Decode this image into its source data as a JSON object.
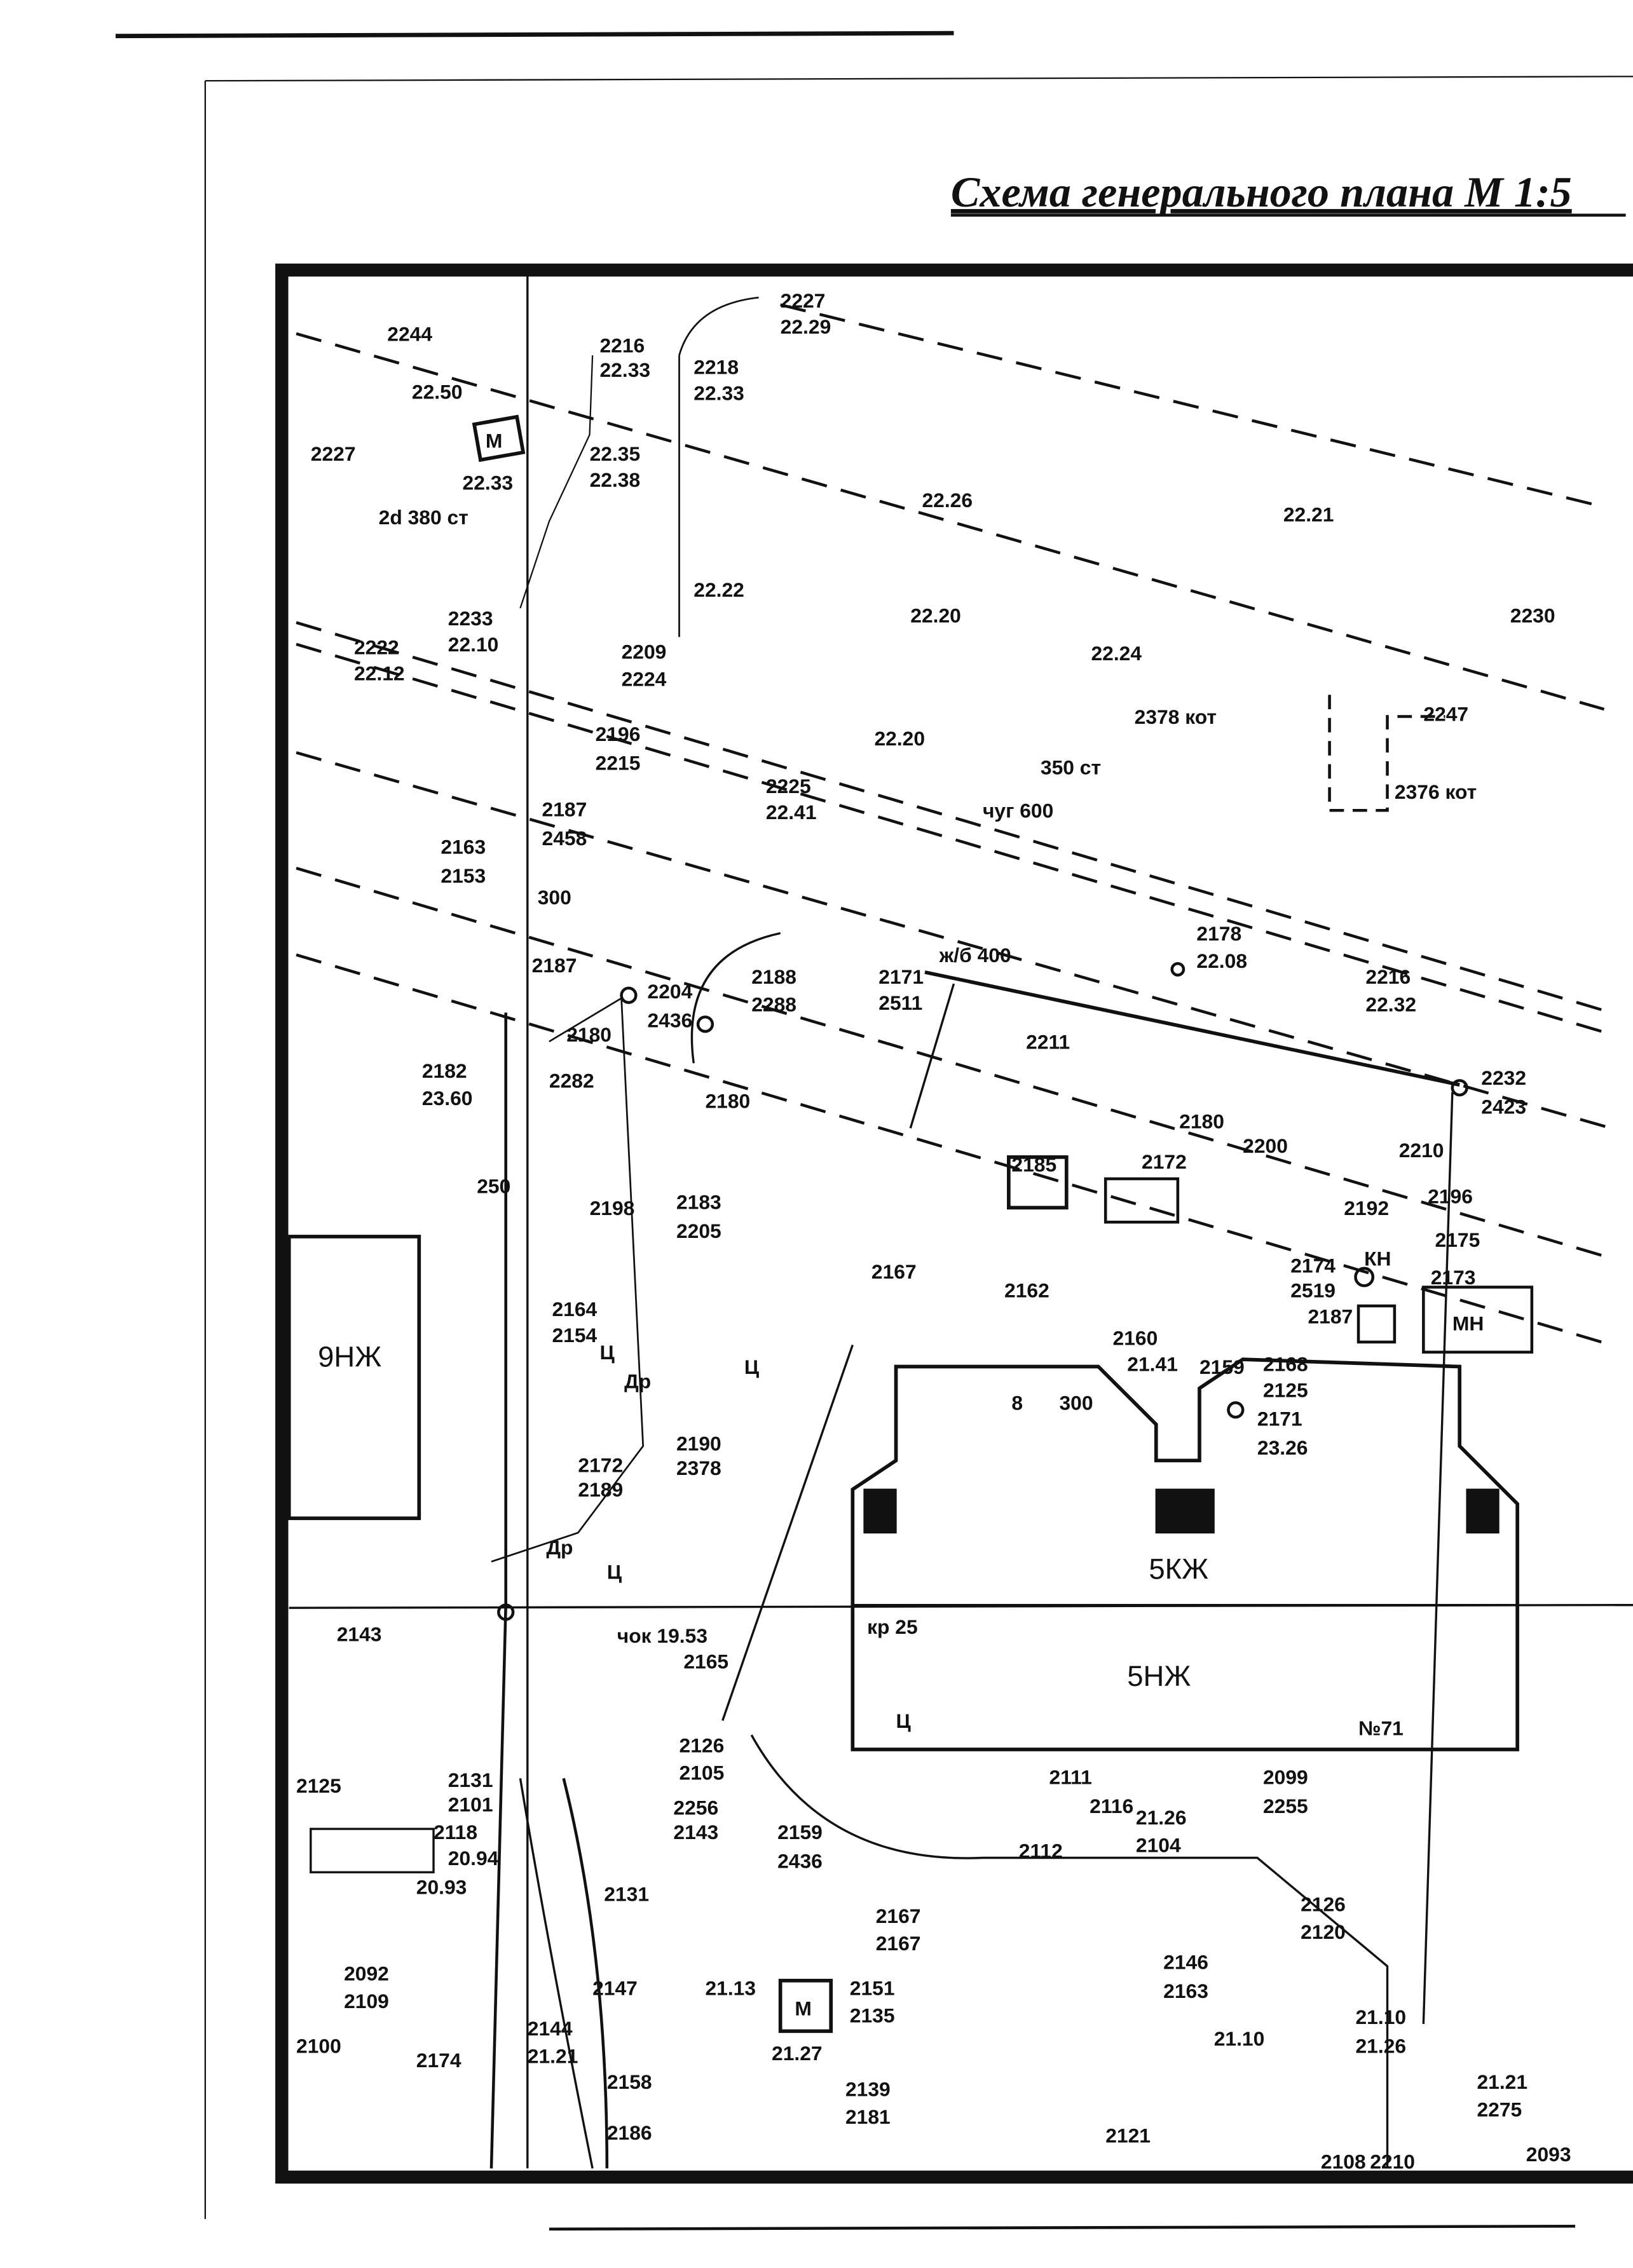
{
  "title": "Схема генерального плана М 1:5",
  "buildings": {
    "b1": "9НЖ",
    "b2": "5КЖ",
    "b3": "5НЖ",
    "m": "М",
    "mn": "МН",
    "kn": "КН"
  },
  "labels": [
    "2244",
    "22.50",
    "2227",
    "22.33",
    "2216",
    "22.33",
    "2218",
    "22.33",
    "22.35",
    "22.38",
    "2227",
    "22.29",
    "22.26",
    "22.21",
    "2d 380 ст",
    "22.22",
    "22.20",
    "22.24",
    "2222",
    "22.12",
    "2233",
    "22.10",
    "2209",
    "2224",
    "2230",
    "2247",
    "2378 кот",
    "22.20",
    "350 ст",
    "2376 кот",
    "чуг 600",
    "2225",
    "22.41",
    "2196",
    "2215",
    "2187",
    "2458",
    "2163",
    "2153",
    "300",
    "2187",
    "2180",
    "2282",
    "2182",
    "23.60",
    "250",
    "2204",
    "2436",
    "2188",
    "2288",
    "2171",
    "2511",
    "ж/б 400",
    "2211",
    "2178",
    "22.08",
    "2216",
    "22.32",
    "2232",
    "2423",
    "2180",
    "2180",
    "2198",
    "2183",
    "2205",
    "2185",
    "2167",
    "2162",
    "2172",
    "2200",
    "2210",
    "2196",
    "2192",
    "2175",
    "2173",
    "2174",
    "2519",
    "2187",
    "2164",
    "2154",
    "2160",
    "21.41",
    "2159",
    "2168",
    "2125",
    "2171",
    "23.26",
    "8",
    "300",
    "2172",
    "2189",
    "2190",
    "2378",
    "Др",
    "Др",
    "Ц",
    "Ц",
    "Ц",
    "Ц",
    "кр 25",
    "№71",
    "чок 19.53",
    "2165",
    "2143",
    "2159",
    "2131",
    "2101",
    "2126",
    "2105",
    "2256",
    "2143",
    "2436",
    "2131",
    "2147",
    "2158",
    "2186",
    "2167",
    "2167",
    "2146",
    "2163",
    "21.10",
    "21.26",
    "2104",
    "2099",
    "2255",
    "2111",
    "2116",
    "2112",
    "2118",
    "2125",
    "2126",
    "2120",
    "21.10",
    "21.26",
    "21.21",
    "2275",
    "21.13",
    "21.27",
    "2151",
    "2135",
    "2139",
    "2181",
    "2121",
    "2144",
    "21.21",
    "2100",
    "2174",
    "20.93",
    "20.94",
    "2092",
    "2109",
    "2093",
    "2108",
    "2210"
  ]
}
